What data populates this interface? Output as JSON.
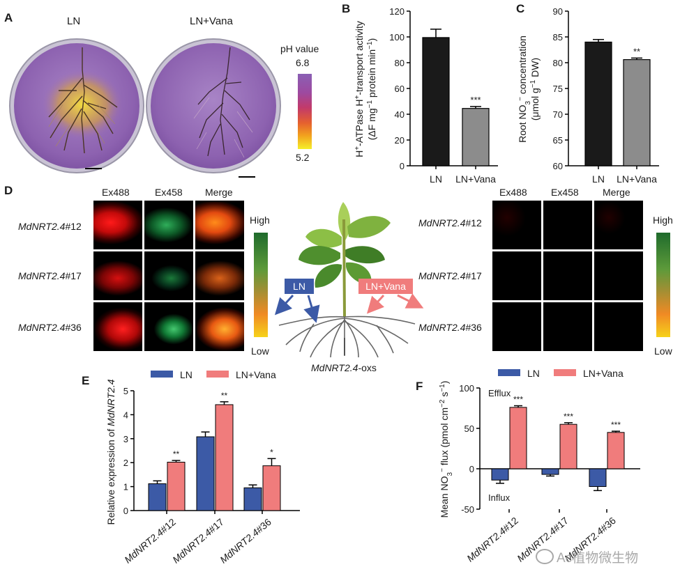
{
  "panels": {
    "a": {
      "letter": "A",
      "dish_labels": [
        "LN",
        "LN+Vana"
      ],
      "colorbar": {
        "title": "pH value",
        "top": "6.8",
        "bottom": "5.2"
      }
    },
    "b": {
      "letter": "B"
    },
    "c": {
      "letter": "C"
    },
    "d": {
      "letter": "D",
      "channels": [
        "Ex488",
        "Ex458",
        "Merge"
      ],
      "lines_italic": [
        "MdNRT2.4",
        "MdNRT2.4",
        "MdNRT2.4"
      ],
      "lines_suffix": [
        "#12",
        "#17",
        "#36"
      ],
      "scale_high": "High",
      "scale_low": "Low",
      "treatment_left": "LN",
      "treatment_right": "LN+Vana",
      "plant_label_italic": "MdNRT2.4",
      "plant_label_suffix": "-oxs"
    },
    "e": {
      "letter": "E"
    },
    "f": {
      "letter": "F",
      "efflux": "Efflux",
      "influx": "Influx"
    }
  },
  "watermark": "Ac植物微生物",
  "colors": {
    "black_bar": "#1a1a1a",
    "gray_bar": "#8c8c8c",
    "blue": "#3c5aa6",
    "red": "#f07c7c",
    "plate": "#8e63b0"
  },
  "chart_data": [
    {
      "panel": "B",
      "type": "bar",
      "categories": [
        "LN",
        "LN+Vana"
      ],
      "values": [
        99.5,
        44.5
      ],
      "errors": [
        6.5,
        1.5
      ],
      "significance": [
        "",
        "***"
      ],
      "ylabel_parts": [
        "H",
        "+",
        "-ATPase H",
        "+",
        "-transport activity",
        "(ΔF mg",
        "−1",
        " protein min",
        "−1",
        ")"
      ],
      "ylim": [
        0,
        120
      ],
      "yticks": [
        "0",
        "20",
        "40",
        "60",
        "80",
        "100",
        "120"
      ]
    },
    {
      "panel": "C",
      "type": "bar",
      "categories": [
        "LN",
        "LN+Vana"
      ],
      "values": [
        84.0,
        80.6
      ],
      "errors": [
        0.5,
        0.3
      ],
      "significance": [
        "",
        "**"
      ],
      "ylabel_parts": [
        "Root NO",
        "3",
        "−",
        " concentration",
        "(μmol g",
        "−1",
        " DW)"
      ],
      "ylim": [
        60,
        90
      ],
      "yticks": [
        "60",
        "65",
        "70",
        "75",
        "80",
        "85",
        "90"
      ]
    },
    {
      "panel": "E",
      "type": "bar",
      "categories": [
        "MdNRT2.4#12",
        "MdNRT2.4#17",
        "MdNRT2.4#36"
      ],
      "series": [
        {
          "name": "LN",
          "values": [
            1.12,
            3.08,
            0.95
          ],
          "errors": [
            0.12,
            0.2,
            0.12
          ]
        },
        {
          "name": "LN+Vana",
          "values": [
            2.02,
            4.42,
            1.87
          ],
          "errors": [
            0.07,
            0.12,
            0.3
          ]
        }
      ],
      "significance": [
        "**",
        "**",
        "*"
      ],
      "ylabel_plain": "Relative expression of ",
      "ylabel_italic": "MdNRT2.4",
      "ylim": [
        0,
        5
      ],
      "yticks": [
        "0",
        "1",
        "2",
        "3",
        "4",
        "5"
      ],
      "legend": "top"
    },
    {
      "panel": "F",
      "type": "bar",
      "categories": [
        "MdNRT2.4#12",
        "MdNRT2.4#17",
        "MdNRT2.4#36"
      ],
      "series": [
        {
          "name": "LN",
          "values": [
            -14,
            -7,
            -22
          ],
          "errors": [
            4,
            2,
            5
          ]
        },
        {
          "name": "LN+Vana",
          "values": [
            76,
            55,
            45
          ],
          "errors": [
            2,
            2,
            1.5
          ]
        }
      ],
      "significance": [
        "***",
        "***",
        "***"
      ],
      "ylabel_parts": [
        "Mean NO",
        "3",
        "−",
        " flux (pmol cm",
        "−2",
        " s",
        "−1",
        ")"
      ],
      "ylim": [
        -50,
        100
      ],
      "yticks": [
        "-50",
        "0",
        "50",
        "100"
      ],
      "legend": "top"
    }
  ]
}
